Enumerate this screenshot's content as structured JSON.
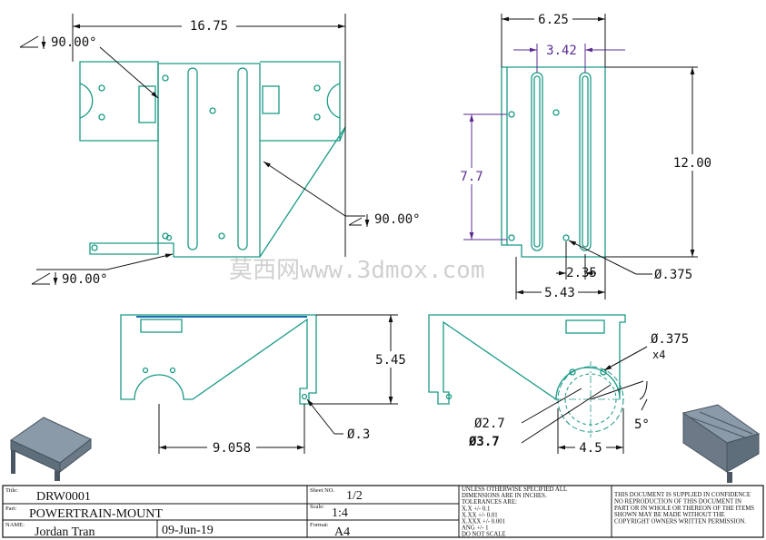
{
  "dimensions": {
    "front_width": "16.75",
    "angle_top_left": "90.00°",
    "angle_right": "90.00°",
    "angle_bottom_left": "90.00°",
    "side_width": "6.25",
    "slot_spacing": "3.42",
    "height": "12.00",
    "slot_length": "7.7",
    "slot_offset": "2.35",
    "hole_dia_side": "Ø.375",
    "bottom_width": "5.43",
    "bottom_height": "5.45",
    "bottom_length": "9.058",
    "small_hole": "Ø.3",
    "bolt_hole": "Ø.375",
    "bolt_hole_qty": "x4",
    "inner_dia": "Ø2.7",
    "outer_dia": "Ø3.7",
    "bolt_circle_width": "4.5",
    "draft_angle": "5°"
  },
  "watermark": "莫西网www.3dmox.com",
  "title_block": {
    "title_label": "Title:",
    "title_value": "DRW0001",
    "part_label": "Part:",
    "part_value": "POWERTRAIN-MOUNT",
    "name_label": "NAME:",
    "name_value": "Jordan Tran",
    "date_value": "09-Jun-19",
    "sheet_label": "Sheet NO.",
    "sheet_value": "1/2",
    "scale_label": "Scale:",
    "scale_value": "1:4",
    "format_label": "Format:",
    "format_value": "A4",
    "tolerance_notes": [
      "UNLESS OTHERWISE SPECIFIED ALL",
      "DIMENSIONS ARE IN INCHES.",
      "TOLERANCES ARE:",
      "X.X +/- 0.1",
      "X.XX +/- 0.01",
      "X.XXX +/- 0.001",
      "ANG +/- 1",
      "DO NOT SCALE"
    ],
    "confidence_notes": [
      "THIS DOCUMENT IS SUPPLIED IN CONFIDENCE",
      "NO REPRODUCTION OF THIS DOCUMENT IN",
      "PART OR IN WHOLE OR THEREON OF THE ITEMS",
      "SHOWN MAY BE MADE WITHOUT THE",
      "COPYRIGHT OWNERS WRITTEN PERMISSION."
    ]
  },
  "colors": {
    "part_outline": "#1a9a86",
    "purple_dimension": "#5b2d91",
    "dimension_line": "#111111"
  }
}
